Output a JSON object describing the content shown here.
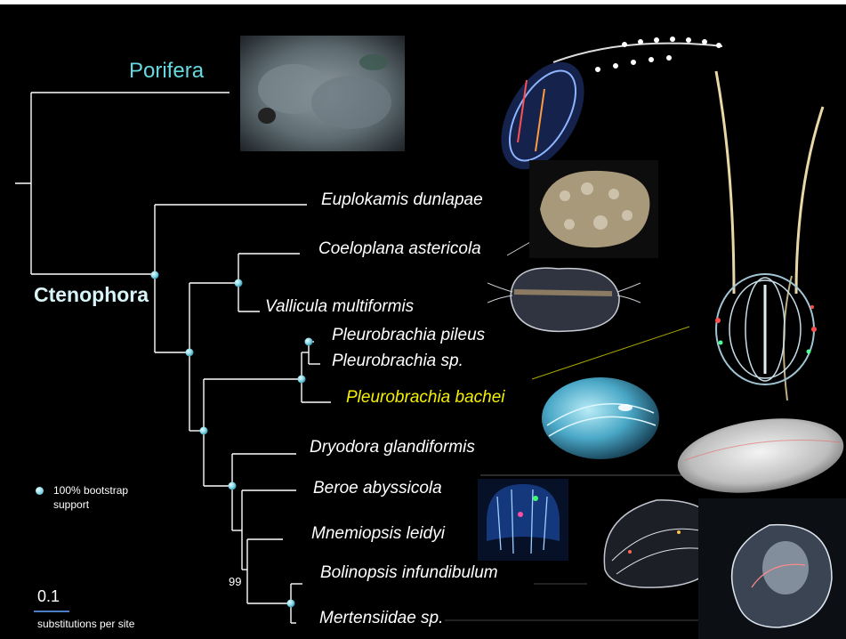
{
  "outgroup": {
    "label": "Porifera"
  },
  "clade": {
    "label": "Ctenophora"
  },
  "taxa": [
    {
      "name": "Euplokamis dunlapae"
    },
    {
      "name": "Coeloplana astericola"
    },
    {
      "name": "Vallicula  multiformis"
    },
    {
      "name": "Pleurobrachia pileus"
    },
    {
      "name": "Pleurobrachia sp."
    },
    {
      "name": "Pleurobrachia bachei"
    },
    {
      "name": "Dryodora glandiformis"
    },
    {
      "name": "Beroe abyssicola"
    },
    {
      "name": "Mnemiopsis leidyi"
    },
    {
      "name": "Bolinopsis infundibulum"
    },
    {
      "name": "Mertensiidae sp."
    }
  ],
  "support_value": "99",
  "legend": {
    "line1": "100% bootstrap",
    "line2": "support"
  },
  "scale_bar": {
    "value": "0.1",
    "caption": "substitutions per site"
  },
  "colors": {
    "background": "#000000",
    "branch": "#ffffff",
    "node_marker": "#7fd4e6",
    "outgroup_label": "#67d8e0",
    "highlight_taxon": "#f4f000"
  }
}
